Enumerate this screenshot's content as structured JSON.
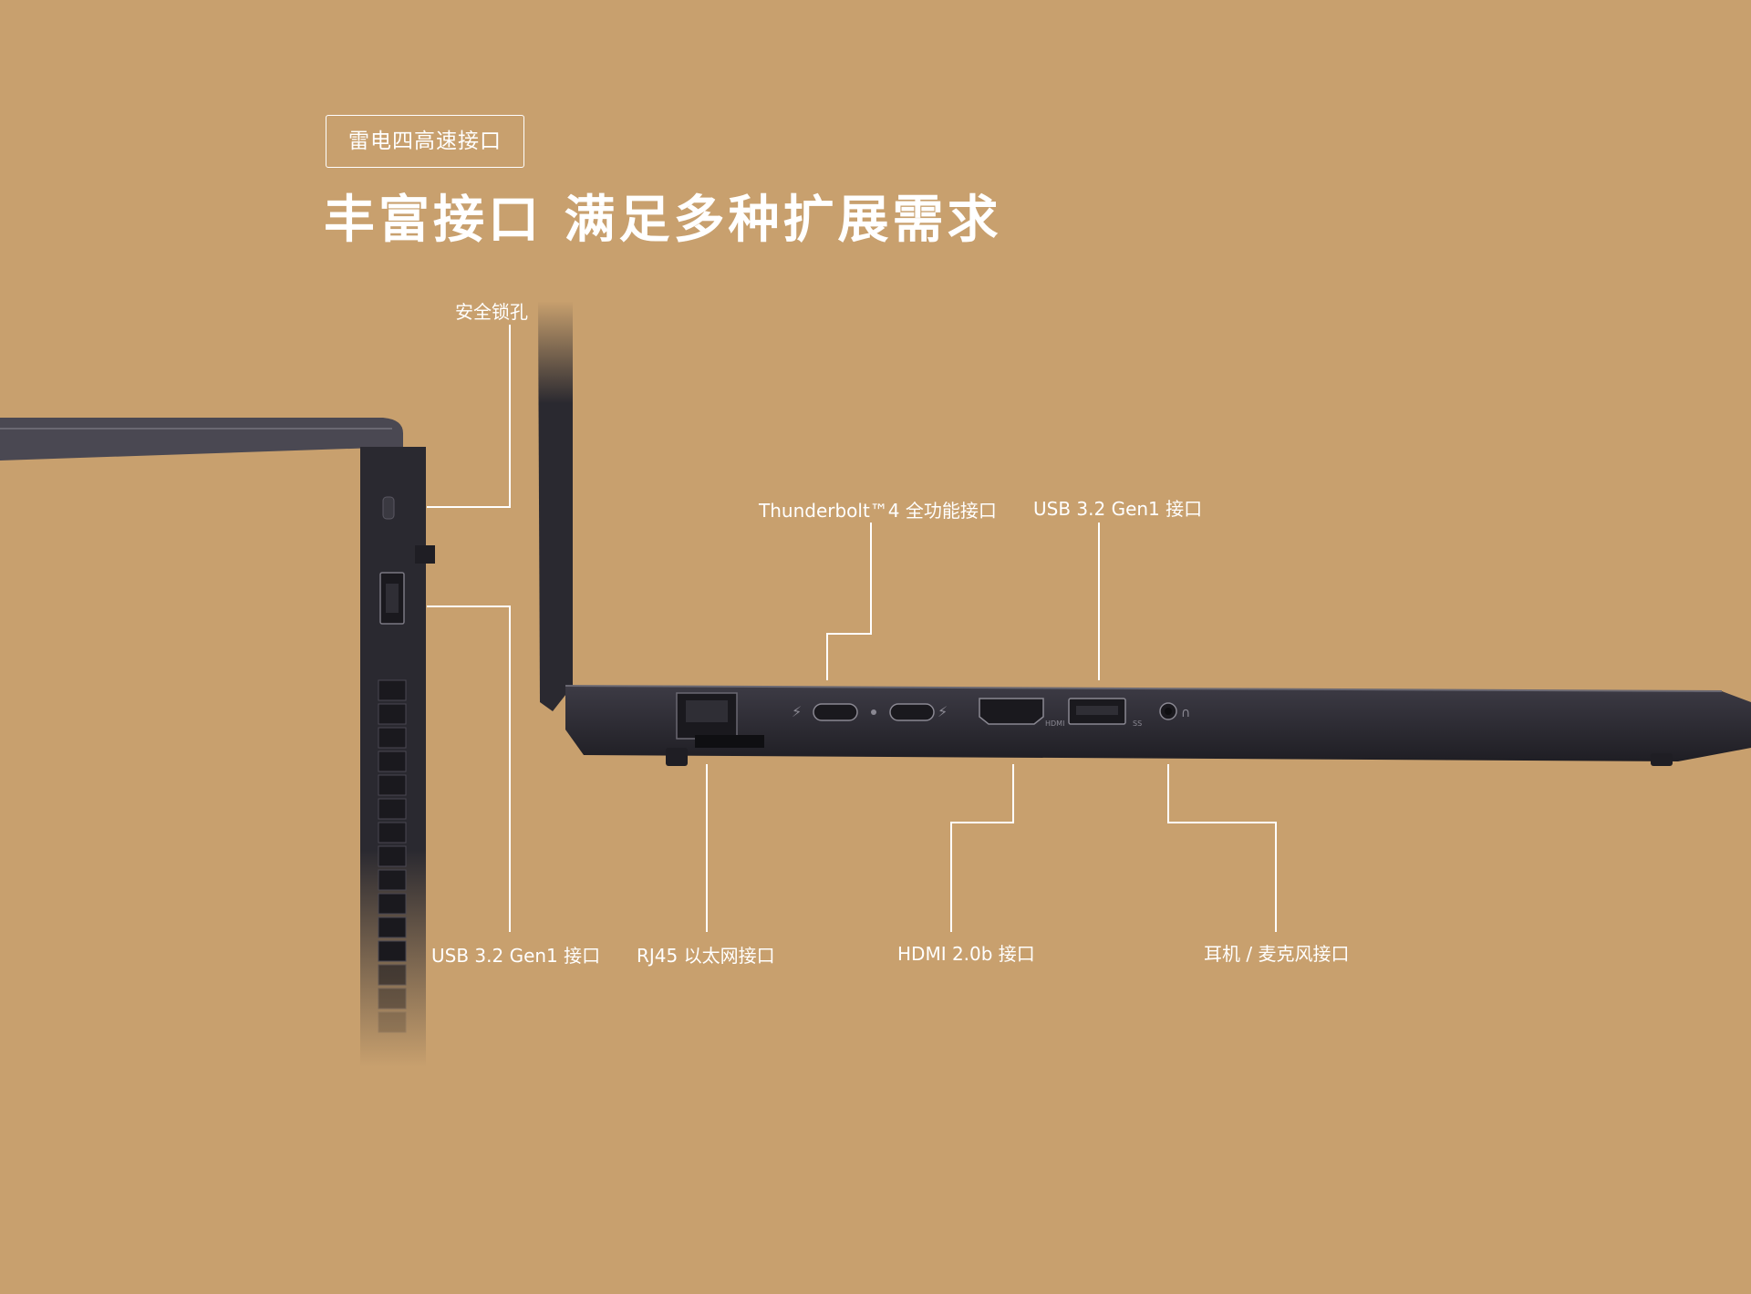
{
  "badge": "雷电四高速接口",
  "headline": "丰富接口  满足多种扩展需求",
  "labels": {
    "security_lock": "安全锁孔",
    "thunderbolt": "Thunderbolt™4 全功能接口",
    "usb_right": "USB 3.2 Gen1 接口",
    "usb_left": "USB 3.2 Gen1 接口",
    "rj45": "RJ45 以太网接口",
    "hdmi": "HDMI 2.0b 接口",
    "audio": "耳机 / 麦克风接口"
  },
  "port_marks": {
    "hdmi": "HDMI",
    "usb": "SS"
  },
  "colors": {
    "background": "#c8a06e",
    "laptop_body": "#2a2930",
    "laptop_edge": "#4a4852",
    "callout_line": "#ffffff"
  }
}
